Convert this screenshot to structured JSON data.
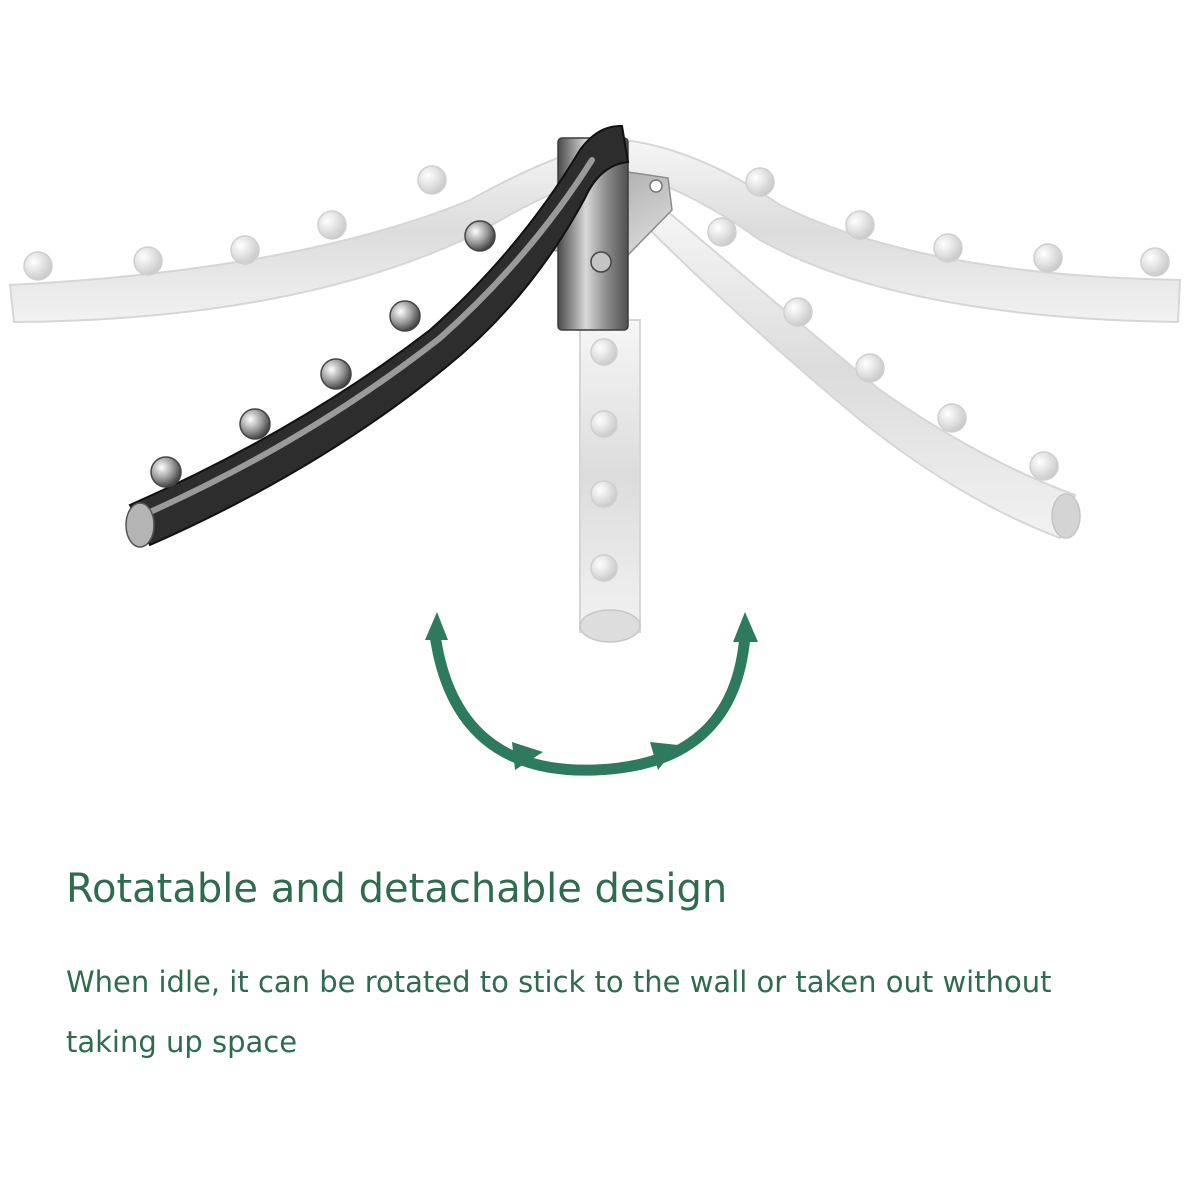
{
  "caption": {
    "headline": "Rotatable and detachable design",
    "description": "When idle, it can be rotated to stick to the wall or taken out without taking up space"
  },
  "icons": {
    "product": "rotating-hanger-rack",
    "rotation": "rotation-arc-arrow-icon"
  },
  "colors": {
    "accent": "#2e7a5e",
    "text": "#2e6b4f",
    "background": "#ffffff"
  }
}
